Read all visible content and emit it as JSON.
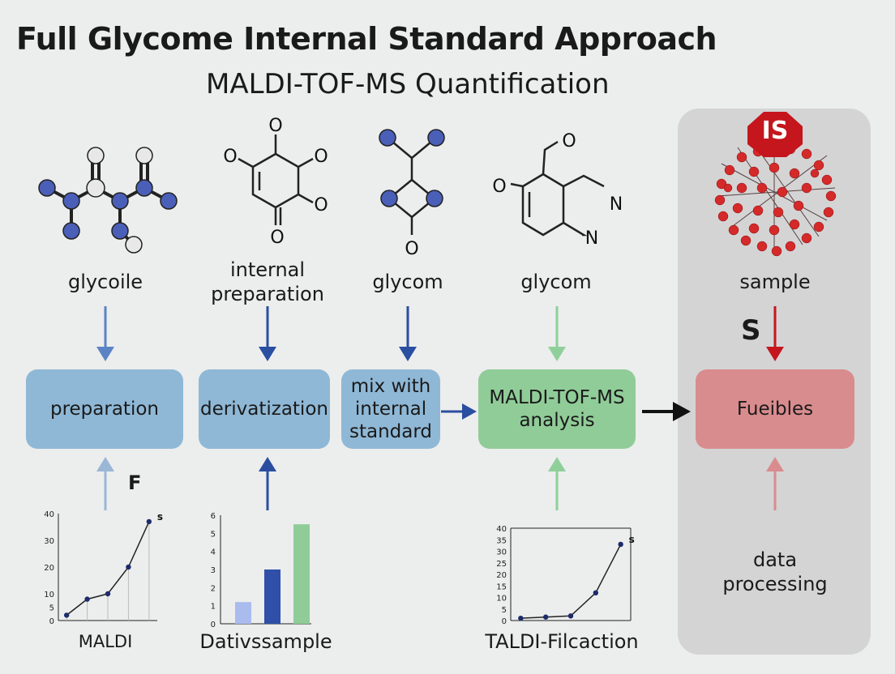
{
  "title": "Full Glycome Internal Standard Approach",
  "subtitle": "MALDI-TOF-MS Quantification",
  "molecules": [
    {
      "label": "glycoile"
    },
    {
      "label_line1": "internal",
      "label_line2": "preparation"
    },
    {
      "label": "glycom"
    },
    {
      "label": "glycom"
    },
    {
      "label": "sample",
      "badge": "IS"
    }
  ],
  "steps": [
    {
      "label": "preparation"
    },
    {
      "label": "derivatization"
    },
    {
      "line1": "mix with",
      "line2": "internal",
      "line3": "standard"
    },
    {
      "line1": "MALDI-TOF-MS",
      "line2": "analysis"
    },
    {
      "label": "Fueibles"
    }
  ],
  "annotations": {
    "f_letter": "F",
    "s_letter": "S"
  },
  "bottom_labels": [
    "MALDI",
    "Dativssample",
    "TALDI-Filcaction",
    "data processing"
  ],
  "chart_data": [
    {
      "type": "line",
      "xlabel": "MALDI",
      "y_ticks": [
        "0",
        "5",
        "10",
        "20",
        "30",
        "40"
      ],
      "points": [
        [
          1,
          2
        ],
        [
          2,
          8
        ],
        [
          3,
          10
        ],
        [
          4,
          20
        ],
        [
          5,
          37
        ]
      ],
      "annotation": "s"
    },
    {
      "type": "bar",
      "xlabel": "Dativssample",
      "y_ticks": [
        "0",
        "1",
        "2",
        "3",
        "4",
        "5",
        "6"
      ],
      "values": [
        1.2,
        3.0,
        5.5
      ],
      "colors": [
        "#aabbee",
        "#2f4fa8",
        "#90cc98"
      ]
    },
    {
      "type": "line",
      "xlabel": "TALDI-Filcaction",
      "y_ticks": [
        "0",
        "5",
        "10",
        "15",
        "20",
        "25",
        "30",
        "35",
        "40"
      ],
      "points": [
        [
          1,
          1
        ],
        [
          2,
          1.5
        ],
        [
          3,
          2
        ],
        [
          4,
          12
        ],
        [
          5,
          33
        ]
      ],
      "annotation": "s"
    }
  ],
  "colors": {
    "blue": "#8fb8d6",
    "green": "#90cc98",
    "red": "#d98c8e",
    "arrow_dark": "#2a4ea0",
    "node_blue": "#4a5fb8"
  }
}
